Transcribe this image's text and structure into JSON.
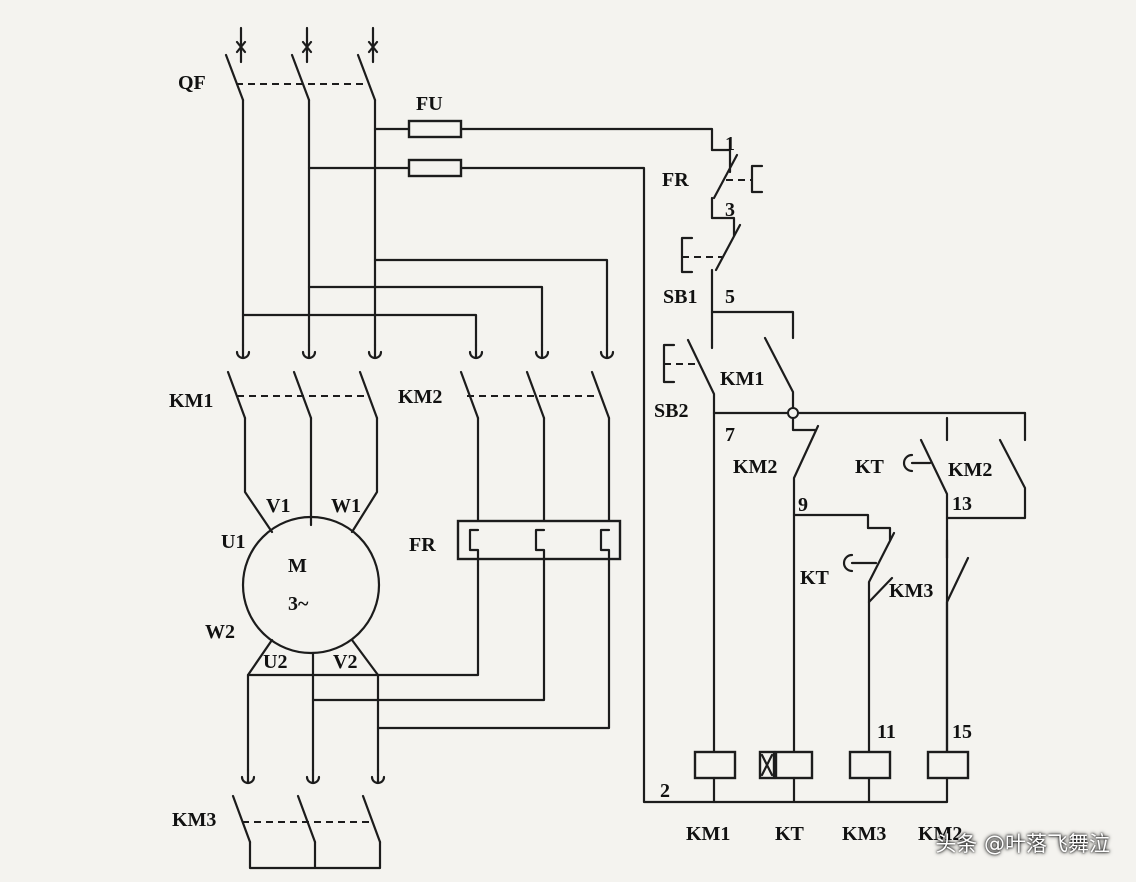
{
  "diagram": {
    "labels": {
      "qf": "QF",
      "fu": "FU",
      "fr_main": "FR",
      "fr_ctrl": "FR",
      "km1_main": "KM1",
      "km2_main": "KM2",
      "km3_main": "KM3",
      "km1_aux": "KM1",
      "km2_aux_nc": "KM2",
      "km2_aux_no": "KM2",
      "kt_nc": "KT",
      "kt_no": "KT",
      "km3_aux": "KM3",
      "sb1": "SB1",
      "sb2": "SB2",
      "motor_name": "M",
      "motor_type": "3~",
      "u1": "U1",
      "v1": "V1",
      "w1": "W1",
      "u2": "U2",
      "v2": "V2",
      "w2": "W2",
      "n1": "1",
      "n2": "2",
      "n3": "3",
      "n5": "5",
      "n7": "7",
      "n9": "9",
      "n11": "11",
      "n13": "13",
      "n15": "15",
      "coil_km1": "KM1",
      "coil_kt": "KT",
      "coil_km3": "KM3",
      "coil_km2": "KM2"
    }
  },
  "watermark": "头条 @叶落飞舞泣"
}
